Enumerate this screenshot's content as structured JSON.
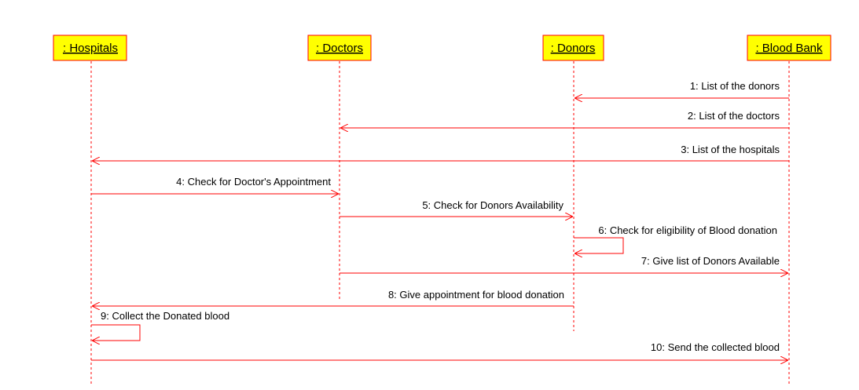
{
  "colors": {
    "box_fill": "#ffff00",
    "line": "#ff0000",
    "text": "#000000"
  },
  "lifelines": [
    {
      "name": ": Hospitals"
    },
    {
      "name": ": Doctors"
    },
    {
      "name": ": Donors"
    },
    {
      "name": ": Blood Bank"
    }
  ],
  "messages": [
    {
      "label": "1: List of the donors",
      "from": 3,
      "to": 2
    },
    {
      "label": "2: List of the doctors",
      "from": 3,
      "to": 1
    },
    {
      "label": "3: List of the hospitals",
      "from": 3,
      "to": 0
    },
    {
      "label": "4: Check for Doctor's Appointment",
      "from": 0,
      "to": 1
    },
    {
      "label": "5: Check for Donors Availability",
      "from": 1,
      "to": 2
    },
    {
      "label": "6: Check for eligibility of Blood donation",
      "from": 2,
      "to": 2
    },
    {
      "label": "7: Give list of Donors Available",
      "from": 1,
      "to": 3
    },
    {
      "label": "8: Give appointment for blood donation",
      "from": 2,
      "to": 0
    },
    {
      "label": "9: Collect the Donated blood",
      "from": 0,
      "to": 0
    },
    {
      "label": "10: Send the collected blood",
      "from": 0,
      "to": 3
    }
  ]
}
